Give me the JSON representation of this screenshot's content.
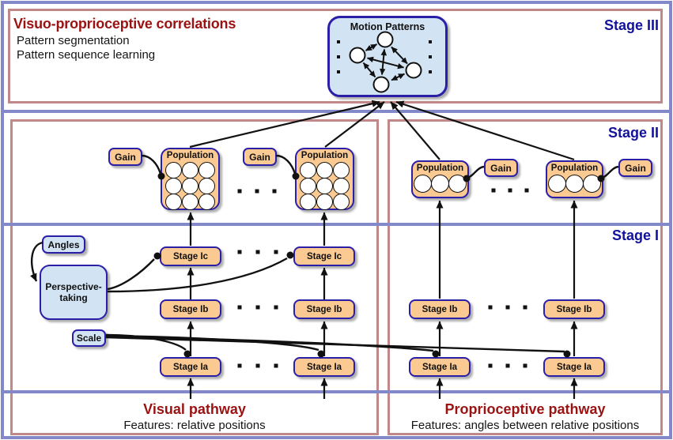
{
  "colors": {
    "frame_purple": "#8288c8",
    "frame_salmon": "#c08888",
    "node_border_navy": "#2b1fa8",
    "node_fill_peach": "#fbca92",
    "node_fill_lightblue": "#d2e4f4",
    "heading_dark_red": "#9b1212",
    "stage_label_navy": "#12129c",
    "connector_black": "#111111"
  },
  "stage3": {
    "label": "Stage III",
    "title": "Visuo-proprioceptive correlations",
    "subtitle1": "Pattern segmentation",
    "subtitle2": "Pattern sequence learning",
    "motion_title": "Motion Patterns"
  },
  "stage2": {
    "label": "Stage II",
    "population": "Population",
    "gain": "Gain"
  },
  "stage1": {
    "label": "Stage I",
    "angles": "Angles",
    "perspective_line1": "Perspective-",
    "perspective_line2": "taking",
    "scale": "Scale",
    "stage_ic": "Stage Ic",
    "stage_ib": "Stage Ib",
    "stage_ia": "Stage Ia"
  },
  "pathways": {
    "visual": {
      "title": "Visual pathway",
      "features": "Features: relative positions"
    },
    "proprioceptive": {
      "title": "Proprioceptive pathway",
      "features": "Features: angles between relative positions"
    }
  }
}
